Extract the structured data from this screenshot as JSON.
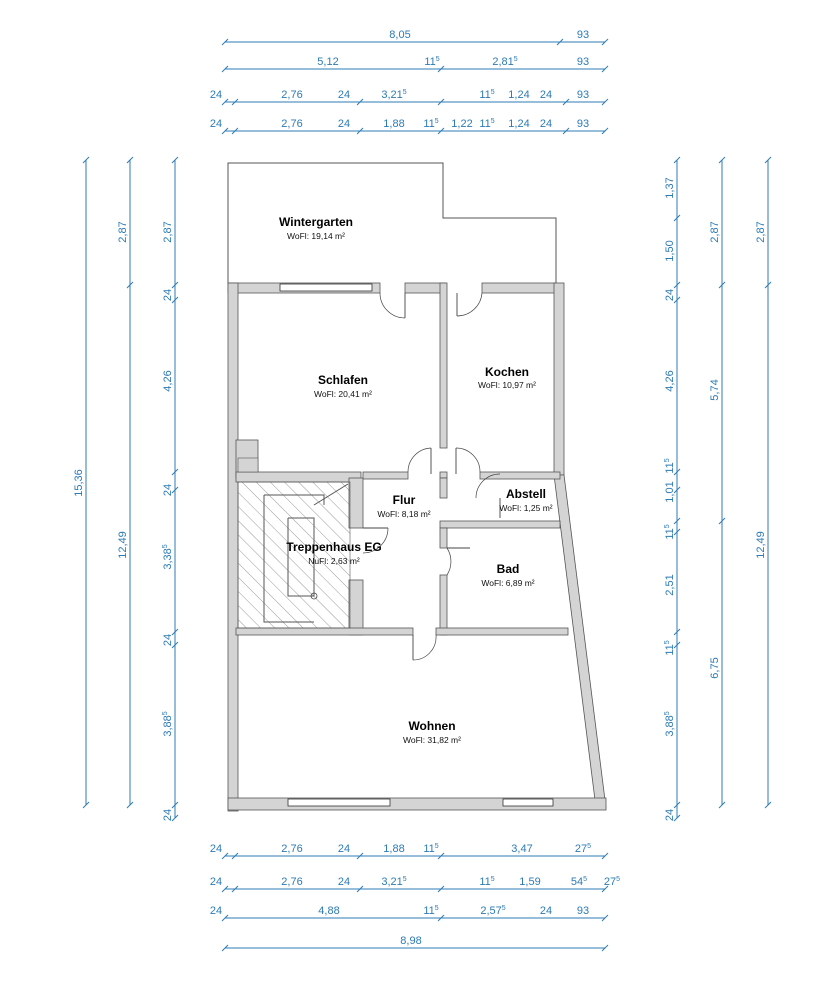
{
  "colors": {
    "dimension": "#2d7bb5",
    "wall_fill": "#d4d4d4",
    "wall_stroke": "#555555",
    "text": "#000000"
  },
  "rooms": [
    {
      "id": "wintergarten",
      "name": "Wintergarten",
      "area": "WoFl: 19,14 m²"
    },
    {
      "id": "schlafen",
      "name": "Schlafen",
      "area": "WoFl: 20,41 m²"
    },
    {
      "id": "kochen",
      "name": "Kochen",
      "area": "WoFl: 10,97 m²"
    },
    {
      "id": "flur",
      "name": "Flur",
      "area": "WoFl: 8,18 m²"
    },
    {
      "id": "abstell",
      "name": "Abstell",
      "area": "WoFl: 1,25 m²"
    },
    {
      "id": "treppenhaus",
      "name": "Treppenhaus EG",
      "area": "NuFl: 2,63 m²"
    },
    {
      "id": "bad",
      "name": "Bad",
      "area": "WoFl: 6,89 m²"
    },
    {
      "id": "wohnen",
      "name": "Wohnen",
      "area": "WoFl: 31,82 m²"
    }
  ],
  "dimensions": {
    "top_row1": [
      "8,05",
      "93"
    ],
    "top_row2": [
      {
        "v": "5,12"
      },
      {
        "v": "11",
        "s": "5"
      },
      {
        "v": "2,81",
        "s": "5"
      },
      {
        "v": "93"
      }
    ],
    "top_row3": [
      {
        "v": "24"
      },
      {
        "v": "2,76"
      },
      {
        "v": "24"
      },
      {
        "v": "3,21",
        "s": "5"
      },
      {
        "v": "11",
        "s": "5"
      },
      {
        "v": "1,24"
      },
      {
        "v": "24"
      },
      {
        "v": "93"
      }
    ],
    "top_row4": [
      {
        "v": "24"
      },
      {
        "v": "2,76"
      },
      {
        "v": "24"
      },
      {
        "v": "1,88"
      },
      {
        "v": "11",
        "s": "5"
      },
      {
        "v": "1,22"
      },
      {
        "v": "11",
        "s": "5"
      },
      {
        "v": "1,24"
      },
      {
        "v": "24"
      },
      {
        "v": "93"
      }
    ],
    "bottom_row1": [
      {
        "v": "24"
      },
      {
        "v": "2,76"
      },
      {
        "v": "24"
      },
      {
        "v": "1,88"
      },
      {
        "v": "11",
        "s": "5"
      },
      {
        "v": "3,47"
      },
      {
        "v": "27",
        "s": "5"
      }
    ],
    "bottom_row2": [
      {
        "v": "24"
      },
      {
        "v": "2,76"
      },
      {
        "v": "24"
      },
      {
        "v": "3,21",
        "s": "5"
      },
      {
        "v": "11",
        "s": "5"
      },
      {
        "v": "1,59"
      },
      {
        "v": "54",
        "s": "5"
      },
      {
        "v": "27",
        "s": "5"
      }
    ],
    "bottom_row3": [
      {
        "v": "24"
      },
      {
        "v": "4,88"
      },
      {
        "v": "11",
        "s": "5"
      },
      {
        "v": "2,57",
        "s": "5"
      },
      {
        "v": "24"
      },
      {
        "v": "93"
      }
    ],
    "bottom_row4": [
      "8,98"
    ],
    "left_col1": [
      "15,36"
    ],
    "left_col2": [
      {
        "v": "2,87"
      },
      {
        "v": "12,49"
      }
    ],
    "left_col3": [
      {
        "v": "2,87"
      },
      {
        "v": "24"
      },
      {
        "v": "4,26"
      },
      {
        "v": "24"
      },
      {
        "v": "3,38",
        "s": "5"
      },
      {
        "v": "24"
      },
      {
        "v": "3,88",
        "s": "5"
      },
      {
        "v": "24"
      }
    ],
    "right_col1": [
      {
        "v": "1,37"
      },
      {
        "v": "1,50"
      },
      {
        "v": "24"
      },
      {
        "v": "4,26"
      },
      {
        "v": "11",
        "s": "5"
      },
      {
        "v": "1,01"
      },
      {
        "v": "11",
        "s": "5"
      },
      {
        "v": "2,51"
      },
      {
        "v": "11",
        "s": "5"
      },
      {
        "v": "3,88",
        "s": "5"
      },
      {
        "v": "24"
      }
    ],
    "right_col2": [
      {
        "v": "2,87"
      },
      {
        "v": "5,74"
      },
      {
        "v": "6,75"
      }
    ],
    "right_col3": [
      {
        "v": "2,87"
      },
      {
        "v": "12,49"
      }
    ]
  }
}
